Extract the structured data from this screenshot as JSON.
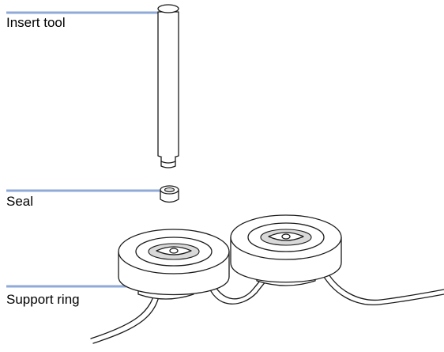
{
  "callouts": {
    "insert_tool": "Insert tool",
    "seal": "Seal",
    "support_ring": "Support ring"
  },
  "colors": {
    "leader_line": "#8faad9",
    "outline": "#1a1a1a"
  }
}
